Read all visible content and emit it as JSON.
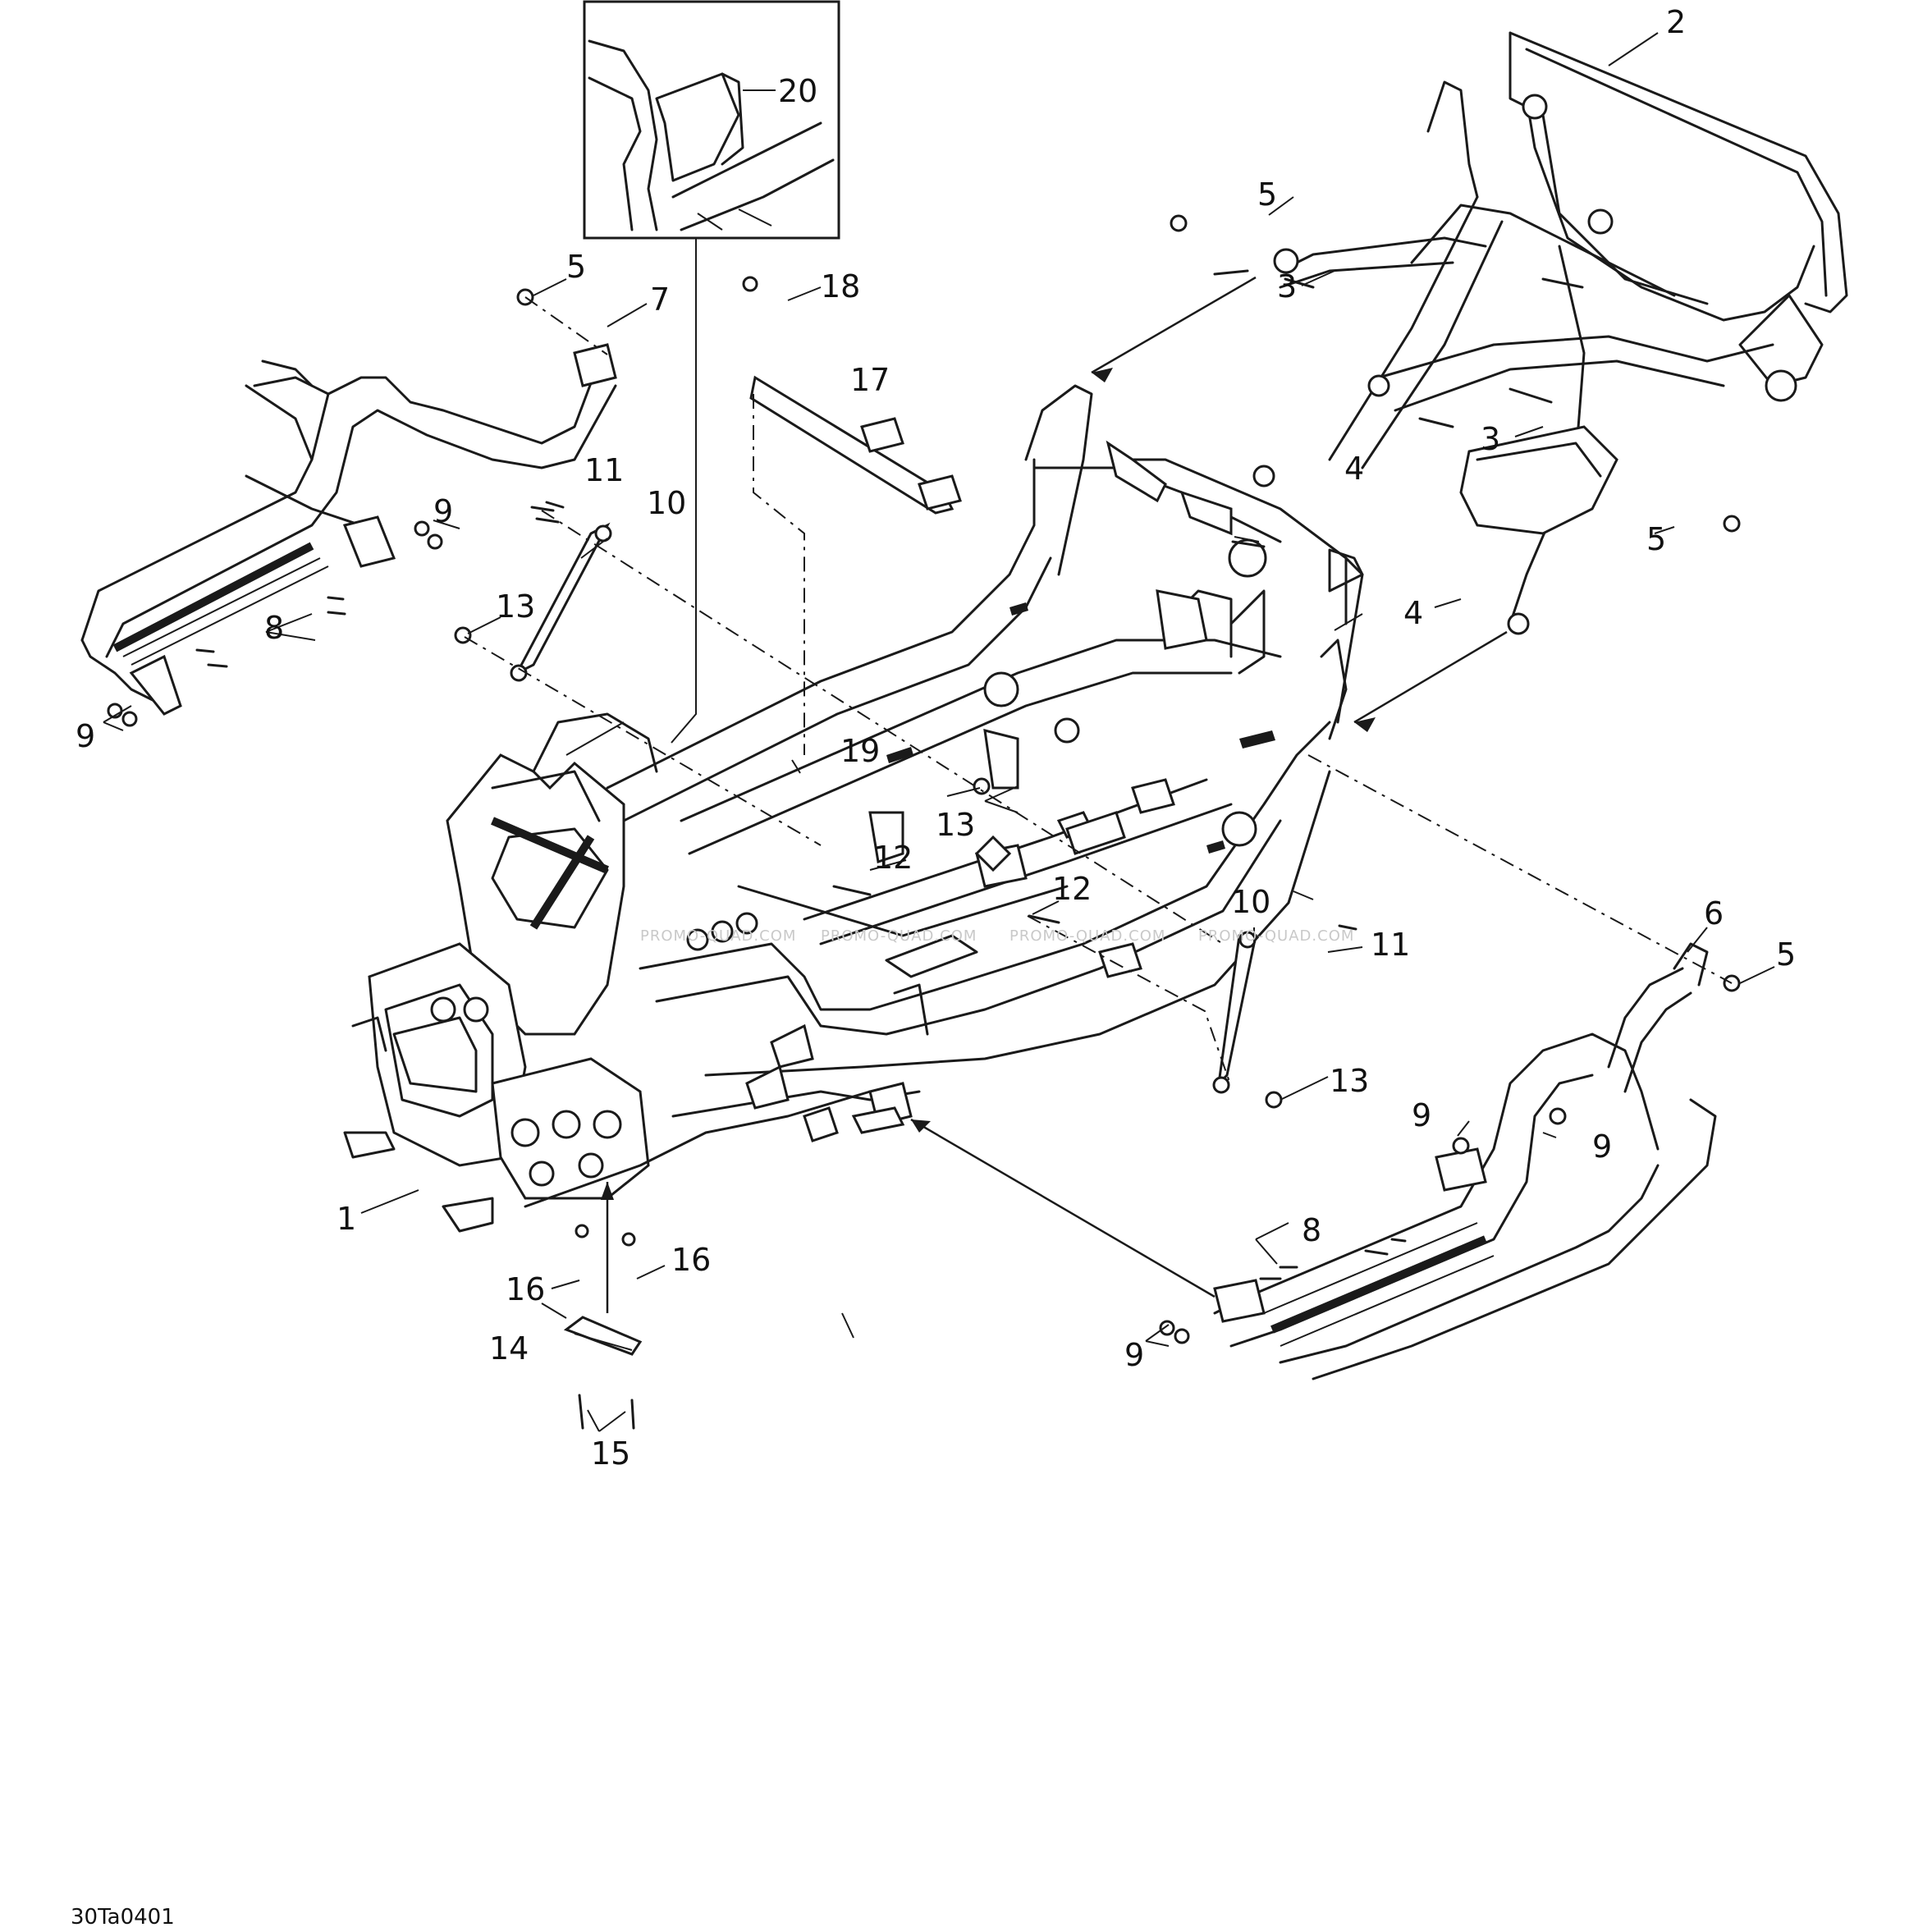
{
  "diagram": {
    "drawing_code": "30Ta0401",
    "watermark": "PROMO-QUAD.COM",
    "callouts": [
      "1",
      "2",
      "3",
      "4",
      "5",
      "6",
      "7",
      "8",
      "9",
      "10",
      "11",
      "12",
      "13",
      "14",
      "15",
      "16",
      "17",
      "18",
      "19",
      "20"
    ]
  }
}
